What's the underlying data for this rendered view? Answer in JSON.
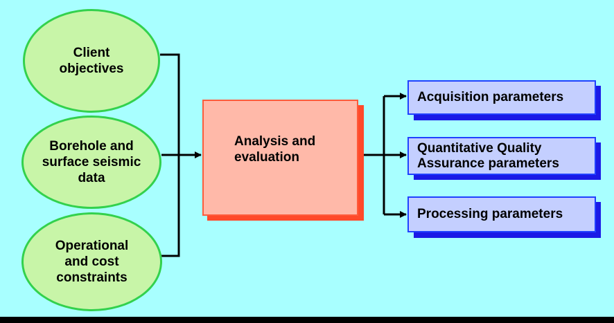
{
  "inputs": [
    {
      "lines": [
        "Client",
        "objectives"
      ]
    },
    {
      "lines": [
        "Borehole and",
        "surface seismic",
        "data"
      ]
    },
    {
      "lines": [
        "Operational",
        "and cost",
        "constraints"
      ]
    }
  ],
  "process": {
    "lines": [
      "Analysis and",
      "evaluation"
    ]
  },
  "outputs": [
    {
      "lines": [
        "Acquisition parameters"
      ]
    },
    {
      "lines": [
        "Quantitative Quality",
        "Assurance parameters"
      ]
    },
    {
      "lines": [
        "Processing parameters"
      ]
    }
  ],
  "colors": {
    "background": "#a8ffff",
    "input_fill": "#c8f5a8",
    "input_border": "#33d14d",
    "process_fill": "#ffb9a9",
    "process_shadow": "#ff4a2a",
    "output_fill": "#c4cfff",
    "output_shadow": "#1a1ae6"
  }
}
